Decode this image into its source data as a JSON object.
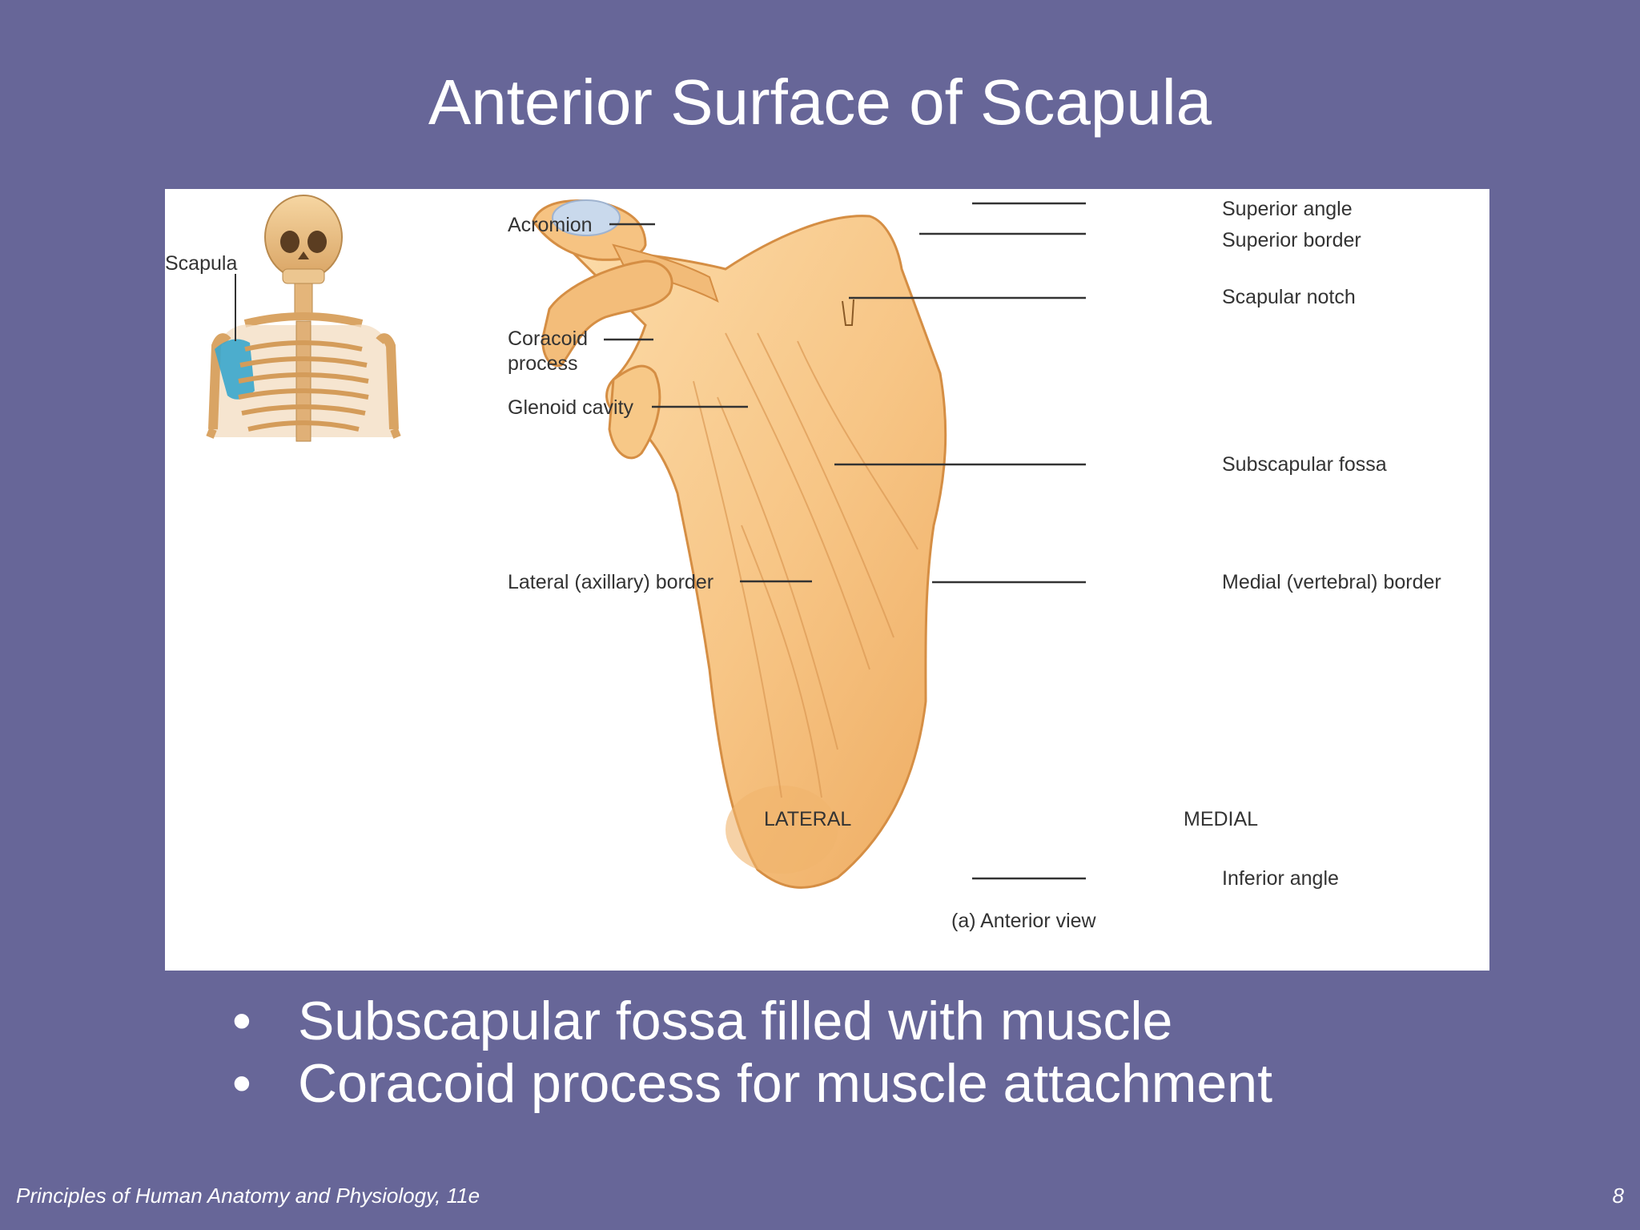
{
  "slide": {
    "title": "Anterior Surface of Scapula",
    "bullet_char": "•",
    "bullets": [
      "Subscapular fossa filled with muscle",
      "Coracoid process for muscle attachment"
    ],
    "footer": "Principles of Human Anatomy and Physiology, 11e",
    "page_number": "8"
  },
  "figure": {
    "inset_label": "Scapula",
    "labels_left": {
      "acromion": "Acromion",
      "coracoid_1": "Coracoid",
      "coracoid_2": "process",
      "glenoid": "Glenoid cavity",
      "lateral_border": "Lateral (axillary) border"
    },
    "labels_right": {
      "superior_angle": "Superior angle",
      "superior_border": "Superior border",
      "scapular_notch": "Scapular notch",
      "subscapular_fossa": "Subscapular fossa",
      "medial_border": "Medial (vertebral) border",
      "inferior_angle": "Inferior angle"
    },
    "orientation": {
      "lateral": "LATERAL",
      "medial": "MEDIAL"
    },
    "caption": "(a) Anterior view"
  },
  "colors": {
    "background": "#676698",
    "bone_light": "#fcd9a2",
    "bone_mid": "#f4b770",
    "bone_dark": "#e49c4e",
    "highlight_blue": "#3aa6cc"
  }
}
